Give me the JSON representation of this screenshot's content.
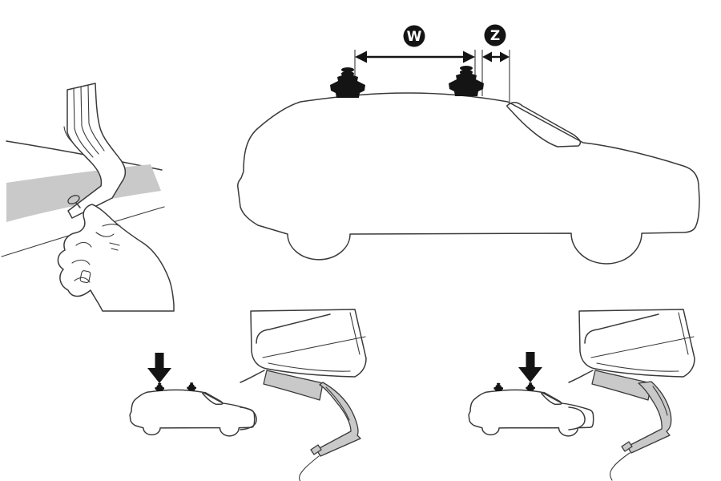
{
  "illustration": {
    "background": "#ffffff",
    "colors": {
      "line": "#3a3a3a",
      "shade": "#c9c9c9",
      "solid": "#141414",
      "badge_text": "#ffffff"
    },
    "dimension_labels": {
      "w": "W",
      "z": "Z"
    },
    "icons": {
      "w_badge": "black-circle-letter-W",
      "z_badge": "black-circle-letter-Z",
      "down_arrow": "⬇",
      "dimension_arrow": "↔",
      "mount_pod": "roof-mount-pod"
    }
  }
}
